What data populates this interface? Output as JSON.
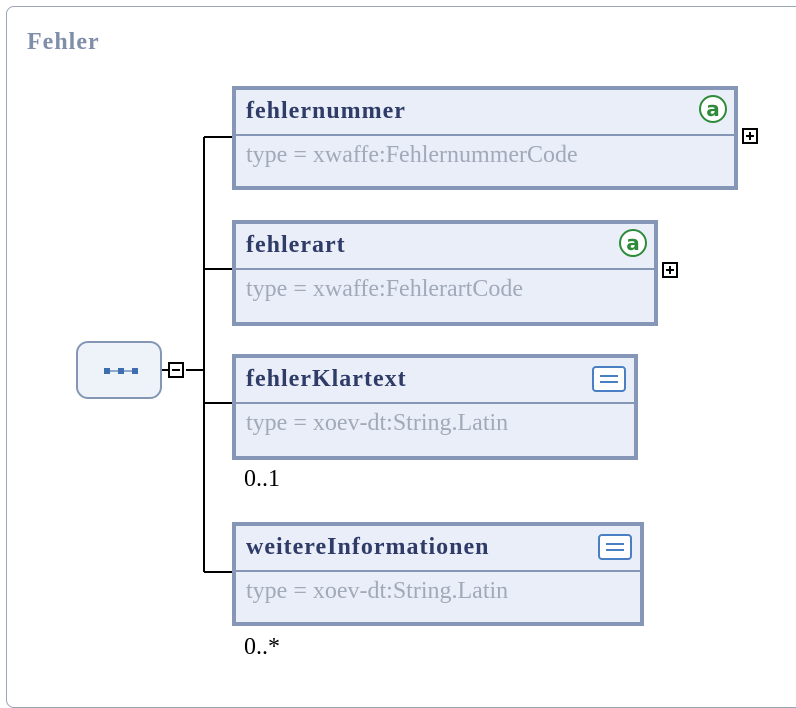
{
  "diagram": {
    "title": "Fehler",
    "elements": [
      {
        "name": "fehlernummer",
        "type": "type = xwaffe:FehlernummerCode",
        "icon": "attribute-icon",
        "expandable": true
      },
      {
        "name": "fehlerart",
        "type": "type = xwaffe:FehlerartCode",
        "icon": "attribute-icon",
        "expandable": true
      },
      {
        "name": "fehlerKlartext",
        "type": "type = xoev-dt:String.Latin",
        "icon": "text-content-icon",
        "occurrence": "0..1"
      },
      {
        "name": "weitereInformationen",
        "type": "type = xoev-dt:String.Latin",
        "icon": "text-content-icon",
        "occurrence": "0..*"
      }
    ],
    "sequence_icon": "sequence-compositor-icon",
    "colors": {
      "border": "#8696b6",
      "fill": "#e9eef8",
      "title": "#7f8ea9",
      "name": "#2f3c68",
      "type": "#a2aaba",
      "attribute": "#2e8b3a"
    }
  }
}
